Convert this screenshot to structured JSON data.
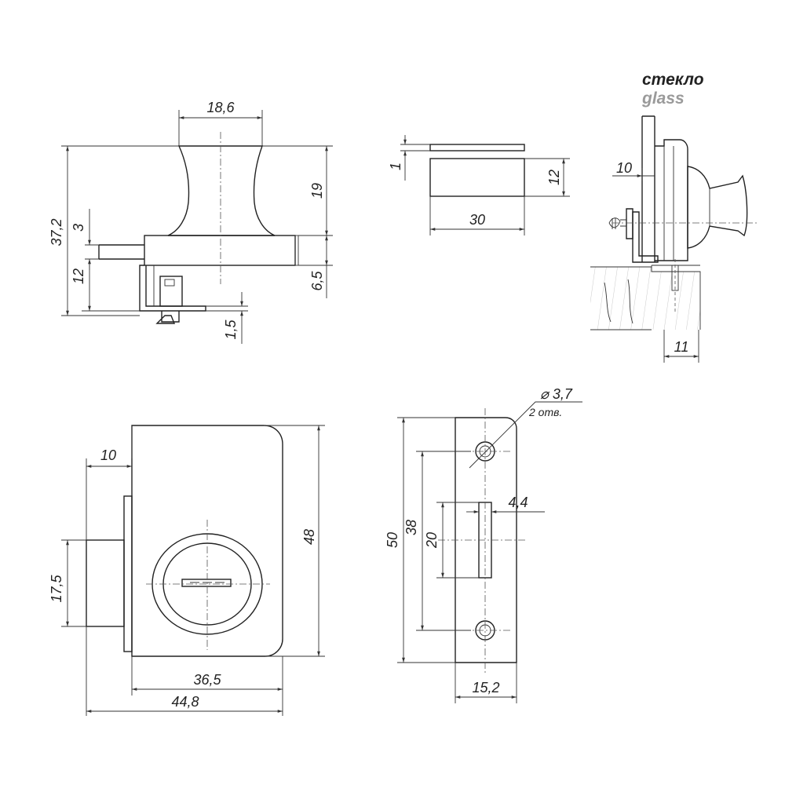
{
  "labels": {
    "glass_ru": "стекло",
    "glass_en": "glass",
    "holes_count": "2 отв."
  },
  "dimensions": {
    "knob_diameter": "18,6",
    "total_height": "37,2",
    "plate_thickness": "3",
    "bracket_height": "12",
    "knob_height": "19",
    "body_height": "6,5",
    "pin_offset": "1,5",
    "pad_thickness": "1",
    "pad_height": "12",
    "pad_width": "30",
    "glass_offset": "10",
    "glass_side_width": "11",
    "front_offset": "10",
    "front_height": "48",
    "front_side_height": "17,5",
    "front_body_width": "36,5",
    "front_total_width": "44,8",
    "hole_diameter": "⌀ 3,7",
    "strike_total_height": "50",
    "strike_hole_spacing": "38",
    "strike_slot_length": "20",
    "strike_slot_width": "4,4",
    "strike_width": "15,2"
  }
}
